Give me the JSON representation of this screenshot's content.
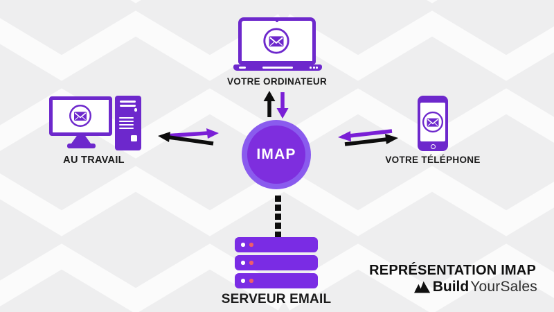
{
  "page": {
    "type": "network-diagram",
    "background": "white-chevron-zigzag-on-light-grey"
  },
  "title": "REPRÉSENTATION IMAP",
  "brand": {
    "name": "BuildYourSales",
    "mark": "mountain-logo-icon",
    "bold": "Build",
    "regular": "YourSales"
  },
  "center": {
    "label": "IMAP"
  },
  "nodes": {
    "computer": {
      "label": "VOTRE ORDINATEUR",
      "icon": "laptop-icon"
    },
    "work": {
      "label": "AU TRAVAIL",
      "icon": "desktop-computer-icon"
    },
    "phone": {
      "label": "VOTRE TÉLÉPHONE",
      "icon": "smartphone-icon"
    },
    "server": {
      "label": "SERVEUR EMAIL",
      "icon": "server-stack-icon"
    }
  },
  "connections": [
    {
      "from": "computer",
      "to": "imap",
      "style": "double-arrow-black-up-purple-down"
    },
    {
      "from": "work",
      "to": "imap",
      "style": "double-arrow-purple-right-black-left"
    },
    {
      "from": "phone",
      "to": "imap",
      "style": "double-arrow-purple-left-black-right"
    },
    {
      "from": "server",
      "to": "imap",
      "style": "black-dotted-line"
    }
  ],
  "colors": {
    "purple_outline": "#6d28cc",
    "purple_deep": "#7a1fd6",
    "imap_ring": "#8a5bee",
    "imap_fill": "#7e2ede",
    "server_fill": "#7a2ce4",
    "dot_red": "#ef5e68",
    "ink": "#1b1b1b",
    "bg": "#eeeeef",
    "chevron": "#fbfbfb"
  }
}
